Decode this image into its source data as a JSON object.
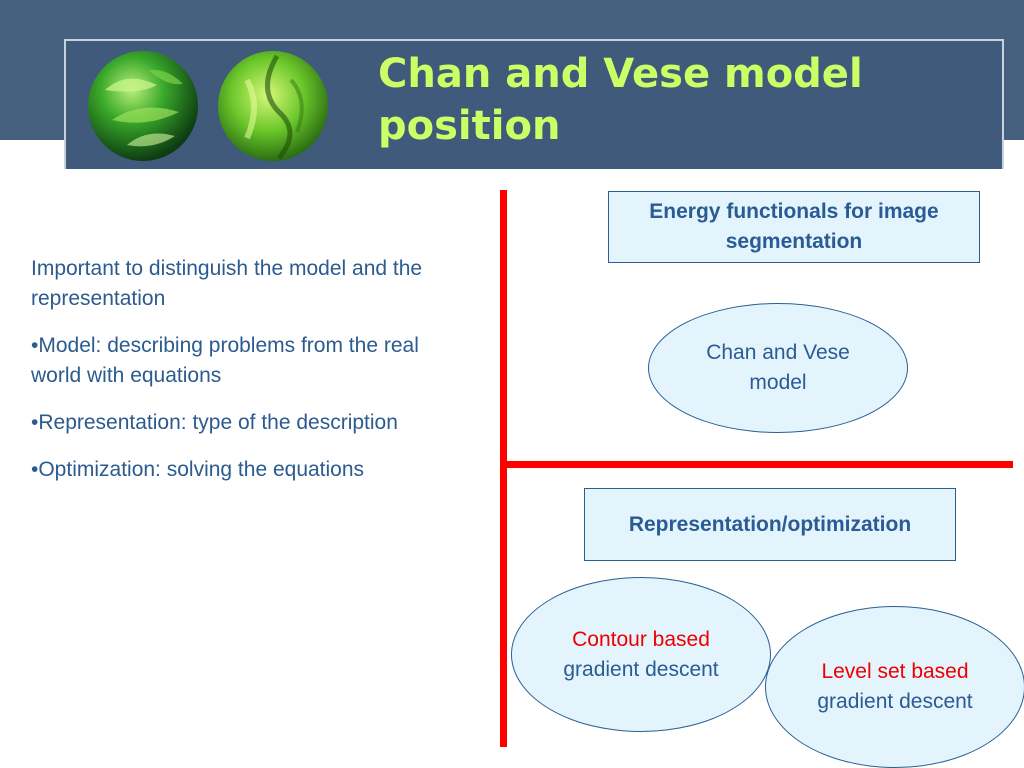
{
  "slide": {
    "title_line1": "Chan and Vese model",
    "title_line2": "position",
    "logo_icons": [
      "leaf-sphere-icon",
      "leaf-sphere-icon"
    ]
  },
  "left_text": {
    "paragraphs": [
      "Important to distinguish the model and the representation",
      "•Model: describing problems from the real world with equations",
      "•Representation: type of the description",
      "•Optimization: solving the equations"
    ]
  },
  "diagram": {
    "energy_box": "Energy functionals for image segmentation",
    "chan_vese_line1": "Chan and Vese",
    "chan_vese_line2": "model",
    "representation_box": "Representation/optimization",
    "contour_line1": "Contour based",
    "contour_line2": "gradient descent",
    "level_set_line1": "Level set based",
    "level_set_line2": "gradient descent"
  },
  "colors": {
    "header_bg": "#46617f",
    "title_color": "#ccff66",
    "text_blue": "#2b5b8f",
    "divider_red": "#ff0000",
    "box_fill": "#e3f4fc",
    "highlight_red": "#ee0000"
  }
}
